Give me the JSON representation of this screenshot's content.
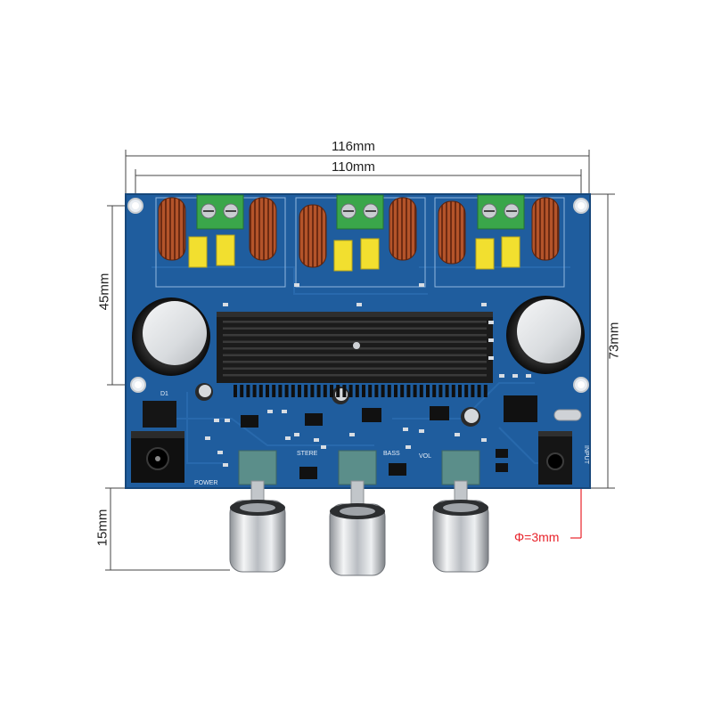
{
  "dimensions": {
    "total_width": "116mm",
    "hole_spacing": "110mm",
    "hole_vertical_spacing": "45mm",
    "total_height": "73mm",
    "knob_height": "15mm",
    "hole_diameter": "Φ=3mm"
  },
  "board_labels": {
    "stereo": "STERE",
    "bass": "BASS",
    "volume": "VOL",
    "power": "POWER",
    "input": "INPUT",
    "diode": "D1"
  },
  "colors": {
    "pcb": "#1f5d9e",
    "pcb_dark": "#17477a",
    "heatsink": "#1b1b1b",
    "terminal": "#3aa64a",
    "capacitor_yellow": "#f2df2f",
    "copper": "#b4542a",
    "pot_green": "#5b8e8a",
    "knob_silver": "#c9ccd0",
    "dimension_red": "#e8232b"
  },
  "icons": [
    "mounting-hole-icon",
    "inductor-icon",
    "knob-icon",
    "audio-jack-icon",
    "dc-jack-icon"
  ]
}
